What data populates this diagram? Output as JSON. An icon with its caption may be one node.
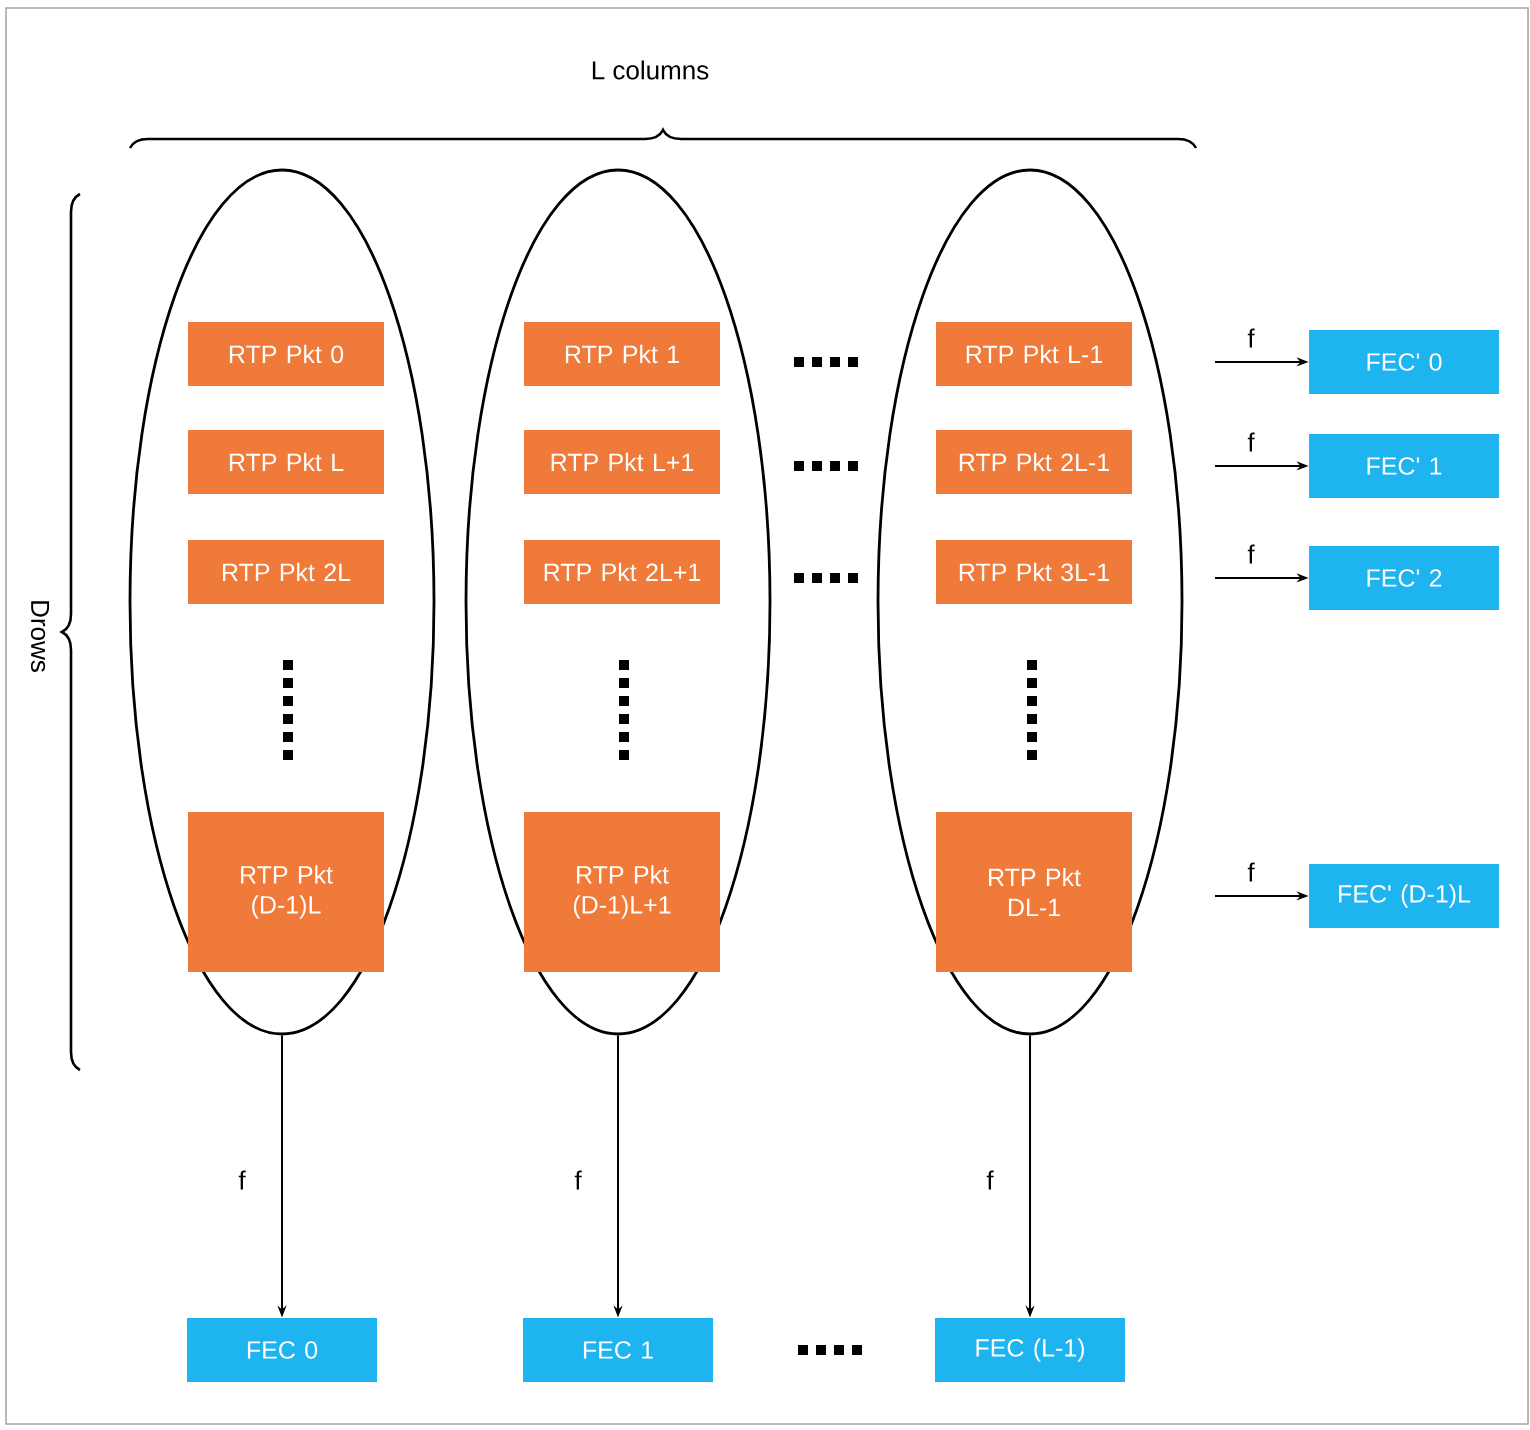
{
  "diagram": {
    "nodes": [
      {
        "text": [],
        "shape": "ellipse"
      },
      {
        "text": [
          "RTP Pkt 0"
        ],
        "in": 0
      },
      {
        "text": [
          "RTP Pkt L"
        ],
        "in": 0
      },
      {
        "text": [
          "RTP Pkt 2L"
        ],
        "in": 0
      },
      {
        "text": [
          "RTP Pkt (D-1)L"
        ],
        "in": 0
      },
      {
        "text": [],
        "shape": "ellipse"
      },
      {
        "text": [
          "RTP Pkt 1"
        ],
        "in": 5
      },
      {
        "text": [
          "RTP Pkt L+1"
        ],
        "in": 5
      },
      {
        "text": [
          "RTP Pkt 2L+1"
        ],
        "in": 5
      },
      {
        "text": [
          "RTP Pkt (D-1)L+1"
        ],
        "in": 5
      },
      {
        "text": [],
        "shape": "ellipse"
      },
      {
        "text": [
          "RTP Pkt L-1"
        ],
        "in": 10
      },
      {
        "text": [
          "RTP Pkt 2L-1"
        ],
        "in": 10
      },
      {
        "text": [
          "RTP Pkt 3L-1"
        ],
        "in": 10
      },
      {
        "text": [
          "RTP Pkt DL-1"
        ],
        "in": 10
      },
      {
        "text": [
          "FEC' 0"
        ]
      },
      {
        "text": [
          "FEC' 1"
        ]
      },
      {
        "text": [
          "FEC' 2"
        ]
      },
      {
        "text": [
          "FEC' (D-1)L"
        ]
      },
      {
        "text": [
          "FEC 0"
        ]
      },
      {
        "text": [
          "FEC 1"
        ]
      },
      {
        "text": [
          "FEC (L-1)"
        ]
      }
    ],
    "edges": [
      {
        "from": null,
        "to": 15,
        "arrow": "to",
        "label": "f"
      },
      {
        "from": null,
        "to": 16,
        "arrow": "to",
        "label": "f"
      },
      {
        "from": null,
        "to": 17,
        "arrow": "to",
        "label": "f"
      },
      {
        "from": null,
        "to": 18,
        "arrow": "to",
        "label": "f"
      },
      {
        "from": 0,
        "to": 19,
        "arrow": "to",
        "label": "f"
      },
      {
        "from": 5,
        "to": 20,
        "arrow": "to",
        "label": "f"
      },
      {
        "from": 10,
        "to": 21,
        "arrow": "to",
        "label": "f"
      }
    ],
    "labels": [
      "L columns",
      "Drows"
    ]
  }
}
